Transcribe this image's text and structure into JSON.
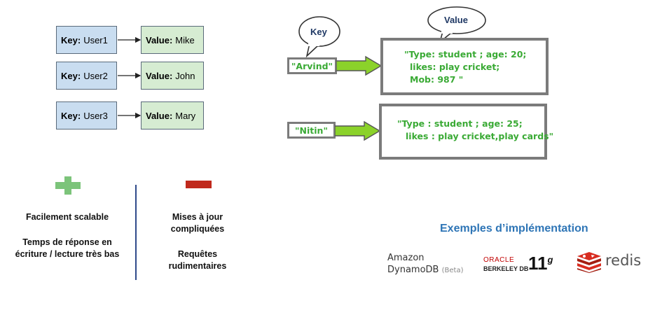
{
  "kv_table": {
    "rows": [
      {
        "key_label": "Key:",
        "key_value": "User1",
        "value_label": "Value:",
        "value_value": "Mike"
      },
      {
        "key_label": "Key:",
        "key_value": "User2",
        "value_label": "Value:",
        "value_value": "John"
      },
      {
        "key_label": "Key:",
        "key_value": "User3",
        "value_label": "Value:",
        "value_value": "Mary"
      }
    ]
  },
  "diagram": {
    "key_bubble": "Key",
    "value_bubble": "Value",
    "entries": [
      {
        "key": "\"Arvind\"",
        "lines": [
          "\"Type: student ; age: 20;",
          "likes: play cricket;",
          "Mob: 987 \""
        ]
      },
      {
        "key": "\"Nitin\"",
        "lines": [
          "\"Type : student ; age: 25;",
          "likes : play cricket,play cards\""
        ]
      }
    ]
  },
  "pros": {
    "items": [
      "Facilement scalable",
      "Temps de réponse en écriture / lecture très bas"
    ]
  },
  "cons": {
    "items": [
      "Mises à jour compliquées",
      "Requêtes rudimentaires"
    ]
  },
  "examples": {
    "title": "Exemples d’implémentation",
    "logos": {
      "amazon_line1": "Amazon",
      "amazon_line2": "DynamoDB",
      "amazon_beta": "(Beta)",
      "oracle_word": "ORACLE",
      "oracle_sub": "BERKELEY DB",
      "oracle_version": "11",
      "oracle_sup": "g",
      "redis_word": "redis"
    }
  },
  "colors": {
    "plus": "#7cc47a",
    "minus": "#c0291c",
    "divider": "#2f4a8a",
    "diagram_text": "#3aaa35",
    "title_blue": "#2e75b6"
  }
}
